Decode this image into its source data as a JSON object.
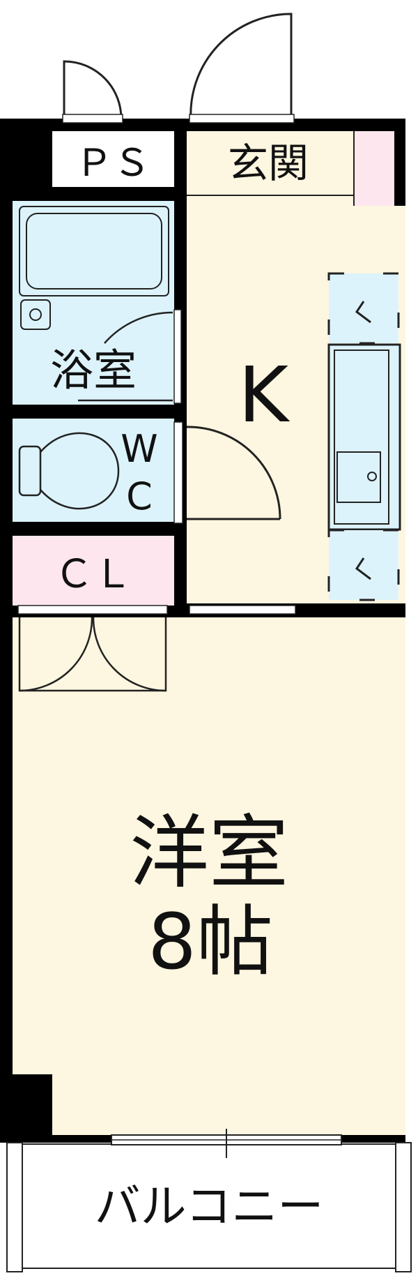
{
  "rooms": {
    "ps": "ＰＳ",
    "entrance": "玄関",
    "bath": "浴室",
    "kitchen": "K",
    "wc_top": "W",
    "wc_bottom": "C",
    "closet": "ＣＬ",
    "western_room": "洋室",
    "western_room_size": "8帖",
    "balcony": "バルコニー"
  },
  "colors": {
    "wall": "#000000",
    "floor": "#fdf6e0",
    "water": "#dcf3fb",
    "pink": "#fde6ee",
    "line": "#222222"
  },
  "icons": [
    "door-swing-icon",
    "bathtub-icon",
    "toilet-icon",
    "sink-icon",
    "stove-burner-icon"
  ]
}
